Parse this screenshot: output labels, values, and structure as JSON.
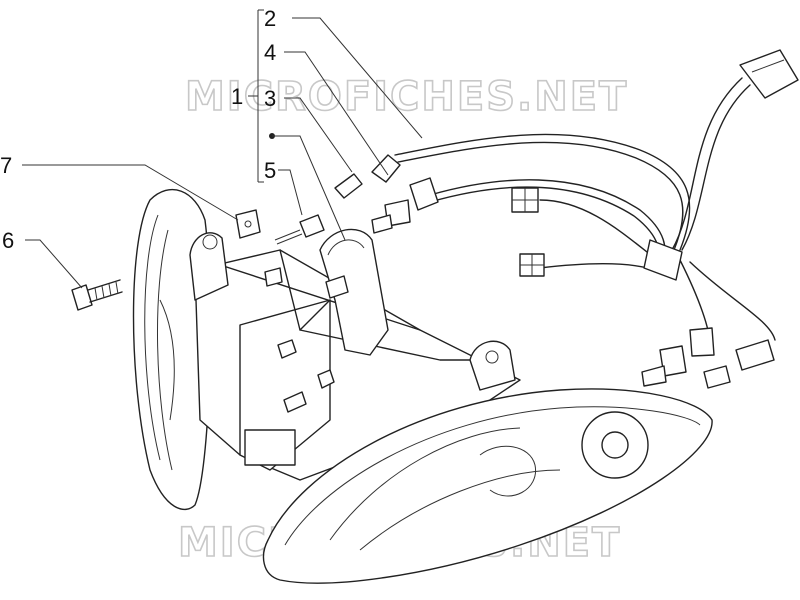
{
  "diagram": {
    "callouts": [
      {
        "id": "1",
        "label": "1"
      },
      {
        "id": "2",
        "label": "2"
      },
      {
        "id": "3",
        "label": "3"
      },
      {
        "id": "4",
        "label": "4"
      },
      {
        "id": "5",
        "label": "5"
      },
      {
        "id": "6",
        "label": "6"
      },
      {
        "id": "7",
        "label": "7"
      }
    ],
    "watermarks": {
      "top": "MICROFICHES.NET",
      "bottom": "MICROFICHES.NET"
    },
    "colors": {
      "line": "#222222",
      "watermark_outline": "#c8c8c8",
      "background": "#ffffff"
    }
  }
}
